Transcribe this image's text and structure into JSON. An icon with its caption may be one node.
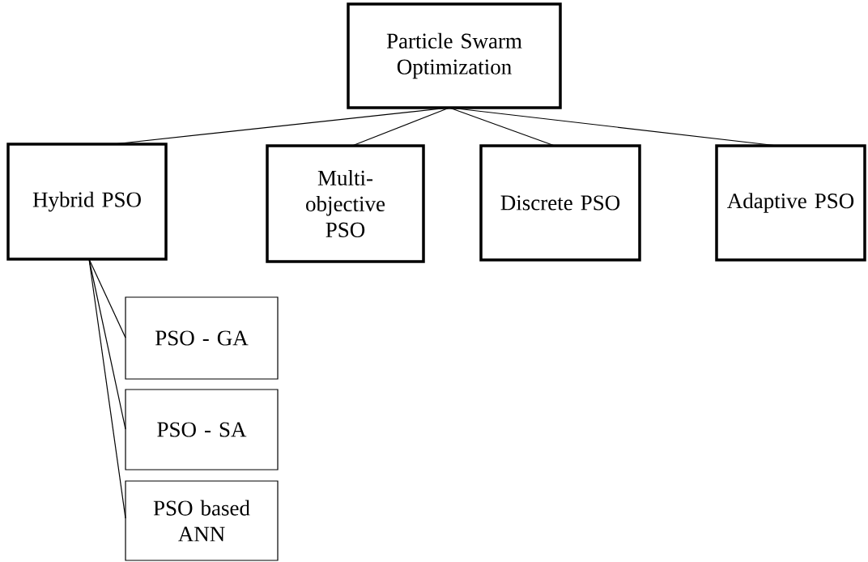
{
  "diagram": {
    "nodes": [
      {
        "text": [
          "Particle Swarm Optimization"
        ]
      },
      {
        "text": [
          "Hybrid PSO"
        ]
      },
      {
        "text": [
          "Multi-objective PSO"
        ]
      },
      {
        "text": [
          "Discrete PSO"
        ]
      },
      {
        "text": [
          "Adaptive PSO"
        ]
      },
      {
        "text": [
          "PSO - GA"
        ]
      },
      {
        "text": [
          "PSO - SA"
        ]
      },
      {
        "text": [
          "PSO based ANN"
        ]
      }
    ],
    "edges": [
      {
        "from": 0,
        "to": 1,
        "arrow": "none"
      },
      {
        "from": 0,
        "to": 2,
        "arrow": "none"
      },
      {
        "from": 0,
        "to": 3,
        "arrow": "none"
      },
      {
        "from": 0,
        "to": 4,
        "arrow": "none"
      },
      {
        "from": 1,
        "to": 5,
        "arrow": "none"
      },
      {
        "from": 1,
        "to": 6,
        "arrow": "none"
      },
      {
        "from": 1,
        "to": 7,
        "arrow": "none"
      }
    ]
  }
}
